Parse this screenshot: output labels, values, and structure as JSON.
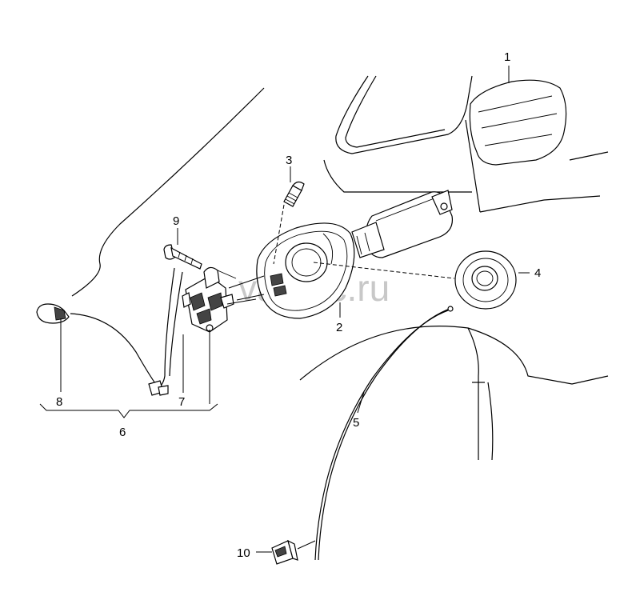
{
  "watermark": "vagetc.ru",
  "callouts": {
    "p1": "1",
    "p2": "2",
    "p3": "3",
    "p4": "4",
    "p5": "5",
    "p6": "6",
    "p7": "7",
    "p8": "8",
    "p9": "9",
    "p10": "10"
  }
}
